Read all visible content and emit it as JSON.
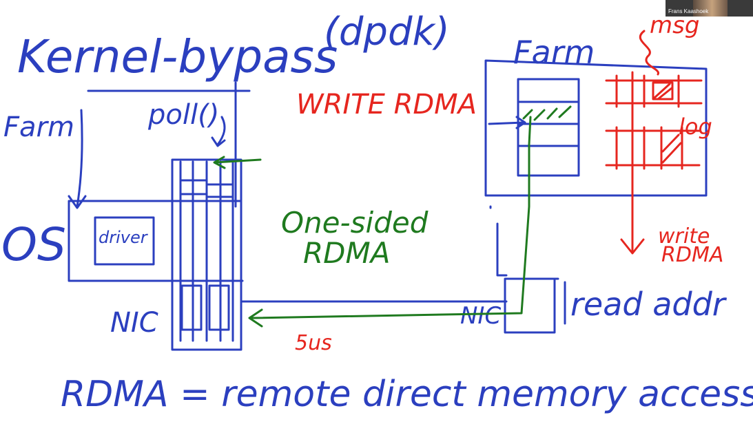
{
  "whiteboard": {
    "title": "Kernel-bypass",
    "title_note": "(dpdk)",
    "left_app": "Farm",
    "poll": "poll()",
    "os": "OS",
    "driver": "driver",
    "nic_left": "NIC",
    "nic_right": "NIC",
    "write_rdma_top": "WRITE RDMA",
    "one_sided_1": "One-sided",
    "one_sided_2": "RDMA",
    "right_app": "Farm",
    "msg": "msg",
    "log": "log",
    "write_rdma_right_1": "write",
    "write_rdma_right_2": "RDMA",
    "read_addr": "read addr",
    "latency": "5us",
    "definition": "RDMA = remote direct memory accessr"
  },
  "video": {
    "participant_name": "Frans Kaashoek"
  },
  "colors": {
    "blue_ink": "#2b3fbf",
    "green_ink": "#1f7a1f",
    "red_ink": "#e6261f",
    "background": "#ffffff"
  }
}
